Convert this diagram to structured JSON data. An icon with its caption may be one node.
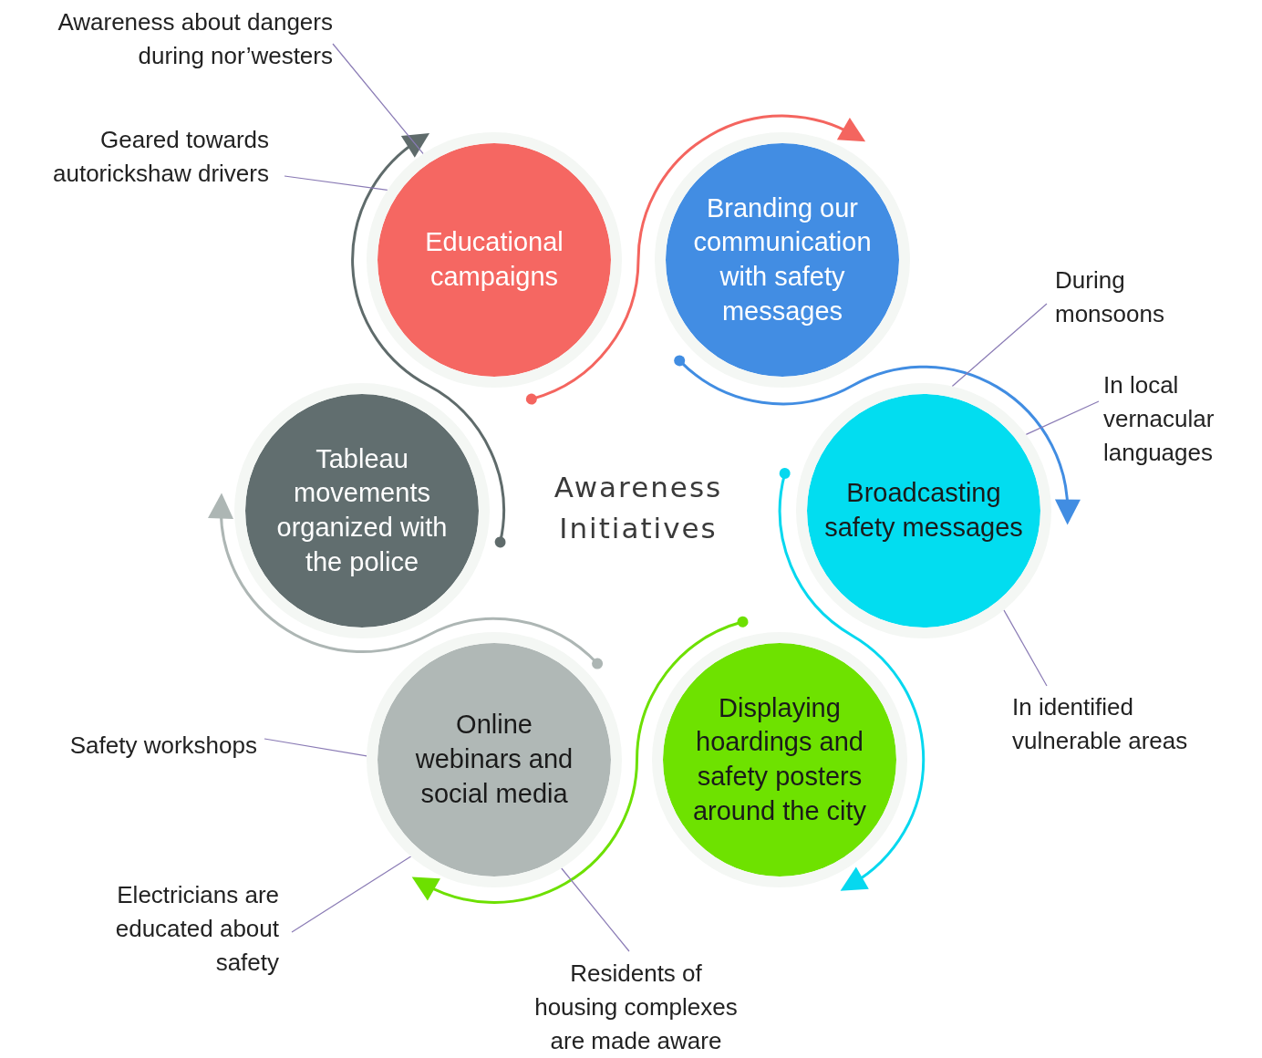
{
  "diagram": {
    "title": "Awareness Initiatives",
    "nodes": [
      {
        "text": [
          "Educational campaigns"
        ]
      },
      {
        "text": [
          "Branding our communication with safety messages"
        ]
      },
      {
        "text": [
          "Broadcasting safety messages"
        ]
      },
      {
        "text": [
          "Displaying hoardings and safety posters around the city"
        ]
      },
      {
        "text": [
          "Online webinars and social media"
        ]
      },
      {
        "text": [
          "Tableau movements organized with the police"
        ]
      },
      {
        "text": [
          "Awareness about dangers during nor’westers"
        ]
      },
      {
        "text": [
          "Geared towards autorickshaw drivers"
        ]
      },
      {
        "text": [
          "During monsoons"
        ]
      },
      {
        "text": [
          "In local vernacular languages"
        ]
      },
      {
        "text": [
          "In identified vulnerable areas"
        ]
      },
      {
        "text": [
          "Safety workshops"
        ]
      },
      {
        "text": [
          "Electricians are educated about safety"
        ]
      },
      {
        "text": [
          "Residents of housing complexes are made aware"
        ]
      }
    ],
    "edges": [
      {
        "from": 0,
        "to": 1,
        "arrow": "to",
        "color": "#f4655f"
      },
      {
        "from": 1,
        "to": 2,
        "arrow": "to",
        "color": "#418de2"
      },
      {
        "from": 2,
        "to": 3,
        "arrow": "to",
        "color": "#06d8ef"
      },
      {
        "from": 3,
        "to": 4,
        "arrow": "to",
        "color": "#6de000"
      },
      {
        "from": 4,
        "to": 5,
        "arrow": "to",
        "color": "#adb6b4"
      },
      {
        "from": 5,
        "to": 0,
        "arrow": "to",
        "color": "#5f6b6b"
      },
      {
        "from": 6,
        "to": 0,
        "arrow": "none",
        "color": "#8a7bb5"
      },
      {
        "from": 7,
        "to": 0,
        "arrow": "none",
        "color": "#8a7bb5"
      },
      {
        "from": 8,
        "to": 2,
        "arrow": "none",
        "color": "#8a7bb5"
      },
      {
        "from": 9,
        "to": 2,
        "arrow": "none",
        "color": "#8a7bb5"
      },
      {
        "from": 10,
        "to": 2,
        "arrow": "none",
        "color": "#8a7bb5"
      },
      {
        "from": 11,
        "to": 4,
        "arrow": "none",
        "color": "#8a7bb5"
      },
      {
        "from": 12,
        "to": 4,
        "arrow": "none",
        "color": "#8a7bb5"
      },
      {
        "from": 13,
        "to": 4,
        "arrow": "none",
        "color": "#8a7bb5"
      }
    ]
  }
}
